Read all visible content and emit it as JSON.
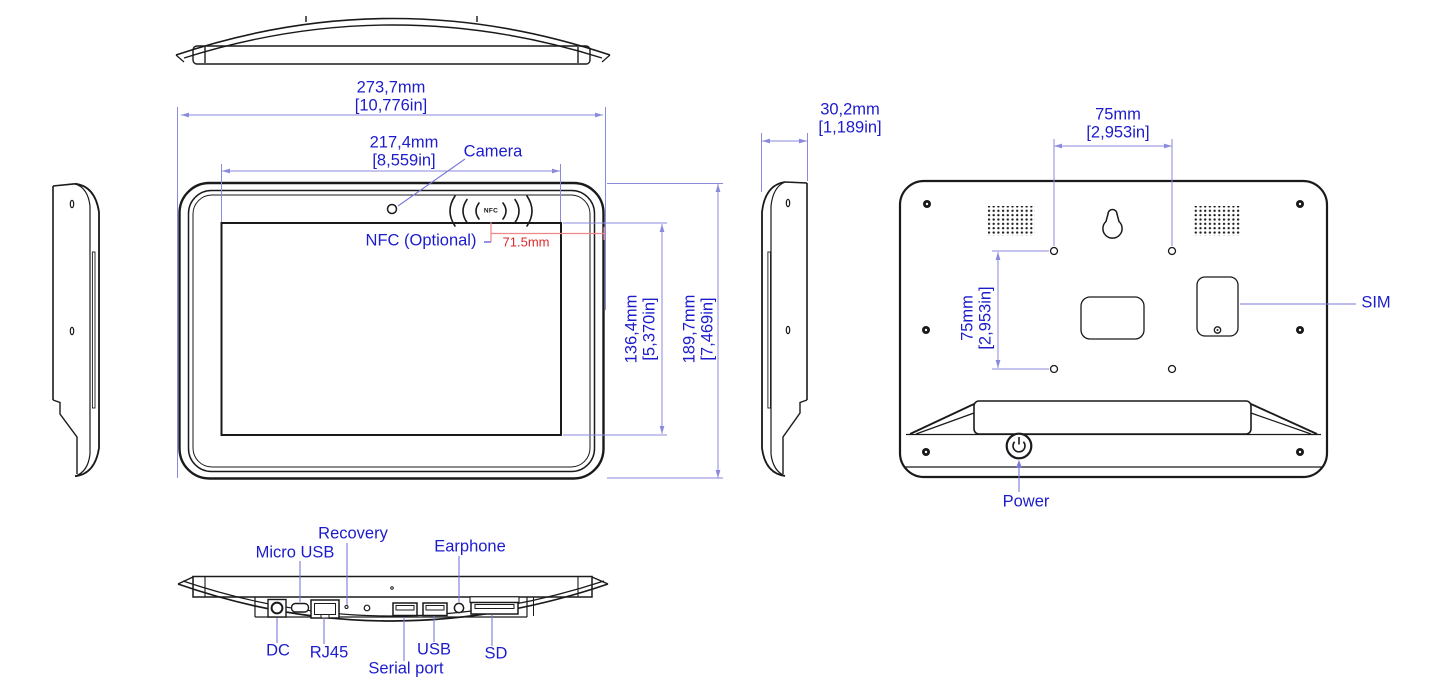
{
  "drawing": {
    "type": "tablet-dimension-drawing",
    "views": [
      "top",
      "side-left",
      "front",
      "side-right",
      "back",
      "bottom"
    ]
  },
  "dimensions": {
    "overall_width": {
      "mm": "273,7mm",
      "in": "[10,776in]"
    },
    "screen_width": {
      "mm": "217,4mm",
      "in": "[8,559in]"
    },
    "screen_height": {
      "mm": "136,4mm",
      "in": "[5,370in]"
    },
    "overall_height": {
      "mm": "189,7mm",
      "in": "[7,469in]"
    },
    "thickness": {
      "mm": "30,2mm",
      "in": "[1,189in]"
    },
    "vesa_horizontal": {
      "mm": "75mm",
      "in": "[2,953in]"
    },
    "vesa_vertical": {
      "mm": "75mm",
      "in": "[2,953in]"
    },
    "nfc_offset": {
      "mm": "71.5mm"
    }
  },
  "labels": {
    "camera": "Camera",
    "nfc": "NFC (Optional)",
    "nfc_badge": "NFC",
    "sim": "SIM",
    "power": "Power",
    "recovery": "Recovery",
    "micro_usb": "Micro USB",
    "earphone": "Earphone",
    "dc": "DC",
    "rj45": "RJ45",
    "serial_port": "Serial port",
    "usb": "USB",
    "sd": "SD"
  },
  "colors": {
    "line": "#1a1a1a",
    "dimension_line": "#8a8ade",
    "dimension_text": "#1c1ccc",
    "red_line": "#ee8888",
    "red_text": "#d92b2b"
  }
}
